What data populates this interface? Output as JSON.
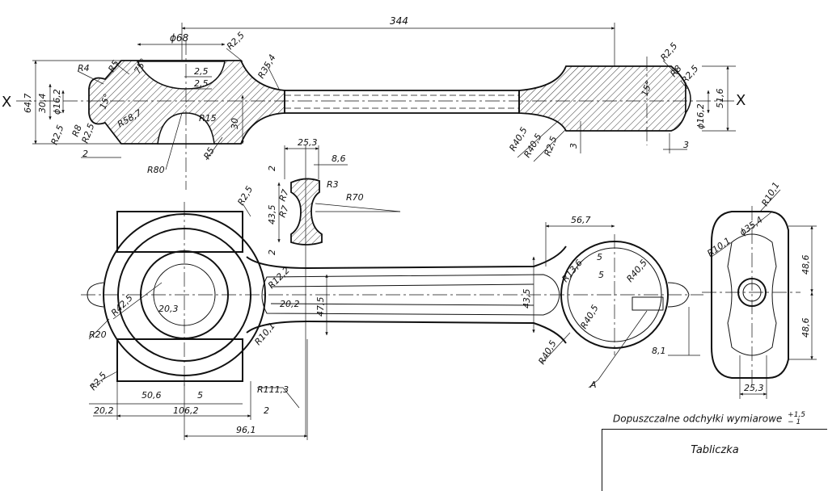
{
  "top_view_dims": [
    "344",
    "ϕ68",
    "2,5",
    "2,5",
    "R2,5",
    "R35,4",
    "R4",
    "R5",
    "75°",
    "30,4",
    "ϕ16,2",
    "64,7",
    "R2,5",
    "R8",
    "R2,5",
    "2",
    "R58,7",
    "15°",
    "R15",
    "30",
    "R5",
    "R80"
  ],
  "right_top_dims": [
    "R2,5",
    "R8",
    "R2,5",
    "15°",
    "51,6",
    "ϕ16,2",
    "3",
    "R40,5",
    "R40,5",
    "R2,5",
    "3"
  ],
  "section_dims": [
    "25,3",
    "8,6",
    "2",
    "R3",
    "R7",
    "43,5",
    "R7",
    "R70",
    "2"
  ],
  "front_view_dims": [
    "R2,5",
    "R42,5",
    "20,3",
    "R20",
    "R2,5",
    "50,6",
    "5",
    "106,2",
    "20,2",
    "2",
    "96,1",
    "R12,2",
    "20,2",
    "47,5",
    "R10,1",
    "R111,3"
  ],
  "small_end_dims": [
    "56,7",
    "5",
    "R13,6",
    "5",
    "R40,5",
    "43,5",
    "R40,5",
    "R40,5",
    "8,1",
    "A"
  ],
  "end_view_dims": [
    "R10,1",
    "ϕ35,4",
    "R10,1",
    "48,6",
    "48,6",
    "25,3"
  ],
  "section_mark": "X",
  "tolerance_note": {
    "text": "Dopuszczalne odchyłki wymiarowe",
    "upper": "+1,5",
    "lower": "− 1"
  },
  "title_block": {
    "label": "Tabliczka"
  }
}
